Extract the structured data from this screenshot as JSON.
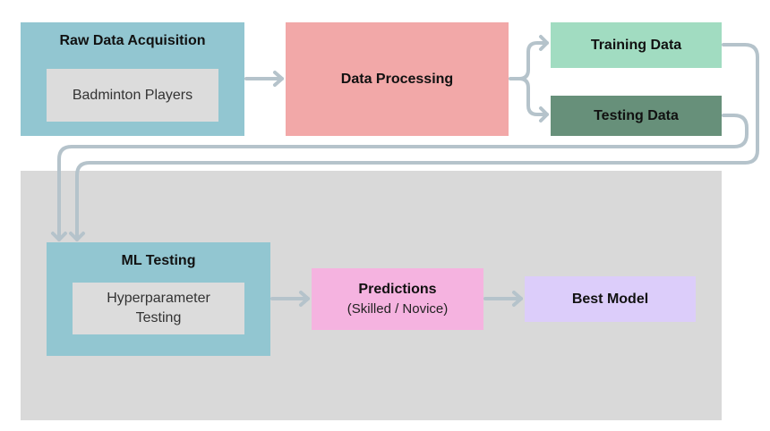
{
  "raw_data": {
    "title": "Raw Data Acquisition",
    "inner": "Badminton Players"
  },
  "processing": {
    "title": "Data Processing"
  },
  "training": {
    "title": "Training Data"
  },
  "testing": {
    "title": "Testing Data"
  },
  "ml_testing": {
    "title": "ML Testing",
    "inner_line1": "Hyperparameter",
    "inner_line2": "Testing"
  },
  "predictions": {
    "title": "Predictions",
    "subtitle": "(Skilled / Novice)"
  },
  "best_model": {
    "title": "Best Model"
  },
  "colors": {
    "raw_box": "#92c6d1",
    "inner_box": "#dcdcdc",
    "processing_box": "#f2a8a8",
    "training_box": "#a1dcc1",
    "testing_box": "#67907a",
    "panel": "#d9d9d9",
    "predictions_box": "#f5b3e0",
    "best_model_box": "#dccdfa",
    "connector": "#b5c3cb"
  }
}
